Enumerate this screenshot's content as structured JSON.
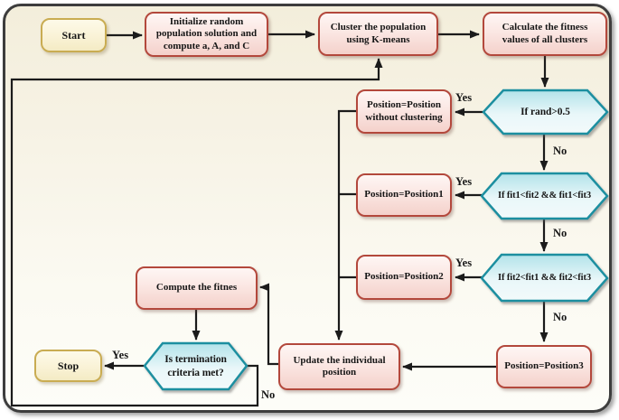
{
  "diagram": {
    "type": "flowchart",
    "nodes": {
      "start": {
        "label": "Start",
        "shape": "terminal"
      },
      "init": {
        "label": "Initialize random\npopulation solution and\ncompute a, A, and C",
        "shape": "process"
      },
      "cluster": {
        "label": "Cluster the population\nusing K-means",
        "shape": "process"
      },
      "calc": {
        "label": "Calculate the fitness\nvalues of all clusters",
        "shape": "process"
      },
      "rand": {
        "label": "If rand>0.5",
        "shape": "decision"
      },
      "pos_no_cluster": {
        "label": "Position=Position\nwithout clustering",
        "shape": "process"
      },
      "fit1": {
        "label": "If fit1<fit2 && fit1<fit3",
        "shape": "decision"
      },
      "pos1": {
        "label": "Position=Position1",
        "shape": "process"
      },
      "fit2": {
        "label": "If fit2<fit1 && fit2<fit3",
        "shape": "decision"
      },
      "pos2": {
        "label": "Position=Position2",
        "shape": "process"
      },
      "pos3": {
        "label": "Position=Position3",
        "shape": "process"
      },
      "update": {
        "label": "Update the individual\nposition",
        "shape": "process"
      },
      "compute": {
        "label": "Compute the fitnes",
        "shape": "process"
      },
      "terminate": {
        "label": "Is termination\ncriteria met?",
        "shape": "decision"
      },
      "stop": {
        "label": "Stop",
        "shape": "terminal"
      }
    },
    "edges": [
      {
        "from": "start",
        "to": "init",
        "label": ""
      },
      {
        "from": "init",
        "to": "cluster",
        "label": ""
      },
      {
        "from": "cluster",
        "to": "calc",
        "label": ""
      },
      {
        "from": "calc",
        "to": "rand",
        "label": ""
      },
      {
        "from": "rand",
        "to": "pos_no_cluster",
        "label": "Yes"
      },
      {
        "from": "rand",
        "to": "fit1",
        "label": "No"
      },
      {
        "from": "fit1",
        "to": "pos1",
        "label": "Yes"
      },
      {
        "from": "fit1",
        "to": "fit2",
        "label": "No"
      },
      {
        "from": "fit2",
        "to": "pos2",
        "label": "Yes"
      },
      {
        "from": "fit2",
        "to": "pos3",
        "label": "No"
      },
      {
        "from": "pos3",
        "to": "update",
        "label": ""
      },
      {
        "from": "pos_no_cluster",
        "to": "update",
        "label": ""
      },
      {
        "from": "pos1",
        "to": "update",
        "label": ""
      },
      {
        "from": "pos2",
        "to": "update",
        "label": ""
      },
      {
        "from": "update",
        "to": "compute",
        "label": ""
      },
      {
        "from": "compute",
        "to": "terminate",
        "label": ""
      },
      {
        "from": "terminate",
        "to": "stop",
        "label": "Yes"
      },
      {
        "from": "terminate",
        "to": "cluster",
        "label": "No"
      }
    ],
    "colors": {
      "process_fill": "#fbe7e3",
      "process_border": "#b3483c",
      "terminal_fill": "#faf3d8",
      "terminal_border": "#c9ac52",
      "decision_fill": "#b5e4eb",
      "decision_border": "#1d8fa0",
      "arrow": "#1b1b1b",
      "background": "#f3eedb",
      "frame_border": "#3d3d3d"
    }
  }
}
